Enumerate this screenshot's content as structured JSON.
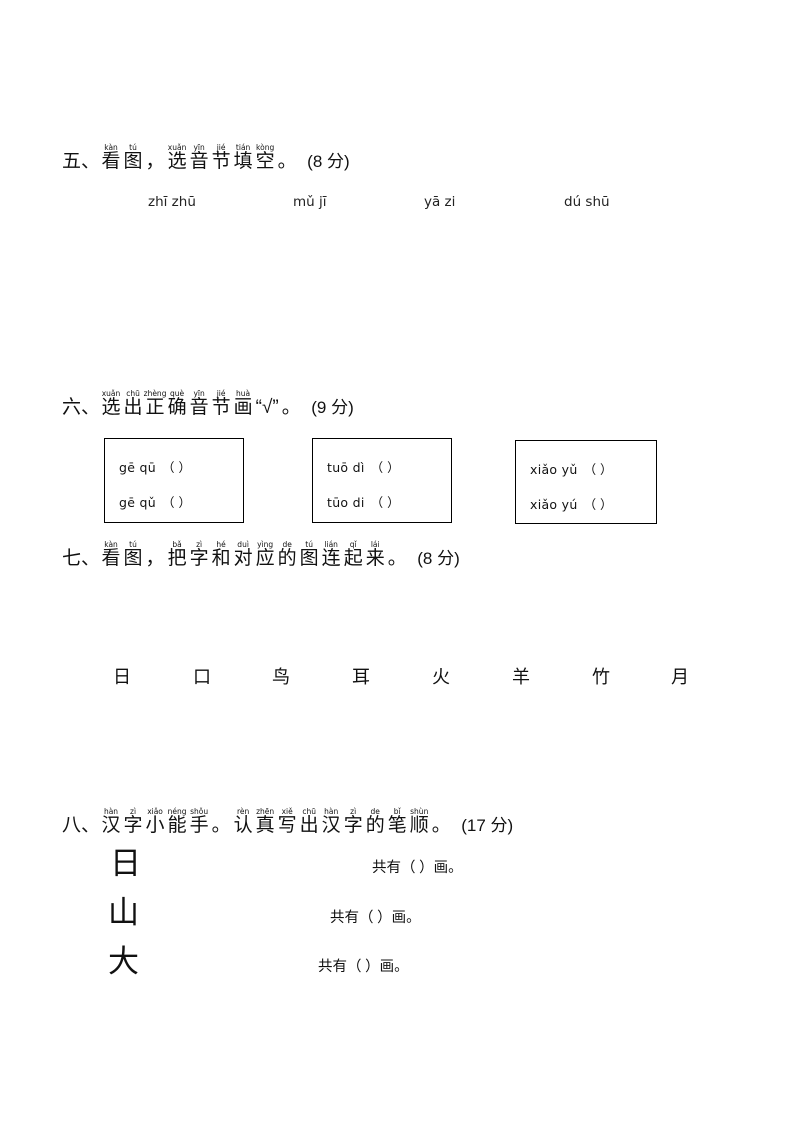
{
  "document": {
    "type": "chinese-primary-worksheet",
    "page_background": "#ffffff",
    "text_color": "#000000"
  },
  "sections": [
    {
      "id": "section-5",
      "number": "五、",
      "score": "（8 分）",
      "score_plain": "(8 分)",
      "title_chars": [
        {
          "han": "看",
          "pinyin": "kàn"
        },
        {
          "han": "图",
          "pinyin": "tú"
        },
        {
          "han": "，",
          "pinyin": ""
        },
        {
          "han": "选",
          "pinyin": "xuǎn"
        },
        {
          "han": "音",
          "pinyin": "yīn"
        },
        {
          "han": "节",
          "pinyin": "jié"
        },
        {
          "han": "填",
          "pinyin": "tián"
        },
        {
          "han": "空",
          "pinyin": "kòng"
        },
        {
          "han": "。",
          "pinyin": ""
        }
      ],
      "pinyin_words": [
        "zhī zhū",
        "mǔ jī",
        "yā zi",
        "dú shū"
      ]
    },
    {
      "id": "section-6",
      "number": "六、",
      "score_plain": "(9 分)",
      "title_chars": [
        {
          "han": "选",
          "pinyin": "xuǎn"
        },
        {
          "han": "出",
          "pinyin": "chū"
        },
        {
          "han": "正",
          "pinyin": "zhèng"
        },
        {
          "han": "确",
          "pinyin": "què"
        },
        {
          "han": "音",
          "pinyin": "yīn"
        },
        {
          "han": "节",
          "pinyin": "jié"
        },
        {
          "han": "画",
          "pinyin": "huà"
        },
        {
          "han": "“√”",
          "pinyin": ""
        },
        {
          "han": "。",
          "pinyin": ""
        }
      ],
      "boxes": [
        {
          "options": [
            "gē qū",
            "gē qǔ"
          ],
          "paren": "（      ）"
        },
        {
          "options": [
            "tuō dì",
            "tūo di"
          ],
          "paren": "（      ）"
        },
        {
          "options": [
            "xiǎo yǔ",
            "xiǎo yú"
          ],
          "paren": "（      ）"
        }
      ]
    },
    {
      "id": "section-7",
      "number": "七、",
      "score_plain": "(8 分)",
      "title_chars": [
        {
          "han": "看",
          "pinyin": "kàn"
        },
        {
          "han": "图",
          "pinyin": "tú"
        },
        {
          "han": "，",
          "pinyin": ""
        },
        {
          "han": "把",
          "pinyin": "bǎ"
        },
        {
          "han": "字",
          "pinyin": "zì"
        },
        {
          "han": "和",
          "pinyin": "hé"
        },
        {
          "han": "对",
          "pinyin": "duì"
        },
        {
          "han": "应",
          "pinyin": "yìng"
        },
        {
          "han": "的",
          "pinyin": "de"
        },
        {
          "han": "图",
          "pinyin": "tú"
        },
        {
          "han": "连",
          "pinyin": "lián"
        },
        {
          "han": "起",
          "pinyin": "qǐ"
        },
        {
          "han": "来",
          "pinyin": "lái"
        },
        {
          "han": "。",
          "pinyin": ""
        }
      ],
      "characters": [
        "日",
        "口",
        "鸟",
        "耳",
        "火",
        "羊",
        "竹",
        "月"
      ]
    },
    {
      "id": "section-8",
      "number": "八、",
      "score_plain": "(17 分)",
      "title_chars": [
        {
          "han": "汉",
          "pinyin": "hàn"
        },
        {
          "han": "字",
          "pinyin": "zì"
        },
        {
          "han": "小",
          "pinyin": "xiǎo"
        },
        {
          "han": "能",
          "pinyin": "néng"
        },
        {
          "han": "手",
          "pinyin": "shǒu"
        },
        {
          "han": "。",
          "pinyin": ""
        },
        {
          "han": "认",
          "pinyin": "rèn"
        },
        {
          "han": "真",
          "pinyin": "zhēn"
        },
        {
          "han": "写",
          "pinyin": "xiě"
        },
        {
          "han": "出",
          "pinyin": "chū"
        },
        {
          "han": "汉",
          "pinyin": "hàn"
        },
        {
          "han": "字",
          "pinyin": "zì"
        },
        {
          "han": "的",
          "pinyin": "de"
        },
        {
          "han": "笔",
          "pinyin": "bǐ"
        },
        {
          "han": "顺",
          "pinyin": "shùn"
        },
        {
          "han": "。",
          "pinyin": ""
        }
      ],
      "stroke_rows": [
        {
          "character": "日",
          "count_text": "共有（    ）画。"
        },
        {
          "character": "山",
          "count_text": "共有（    ）画。"
        },
        {
          "character": "大",
          "count_text": "共有（    ）画。"
        }
      ]
    }
  ]
}
